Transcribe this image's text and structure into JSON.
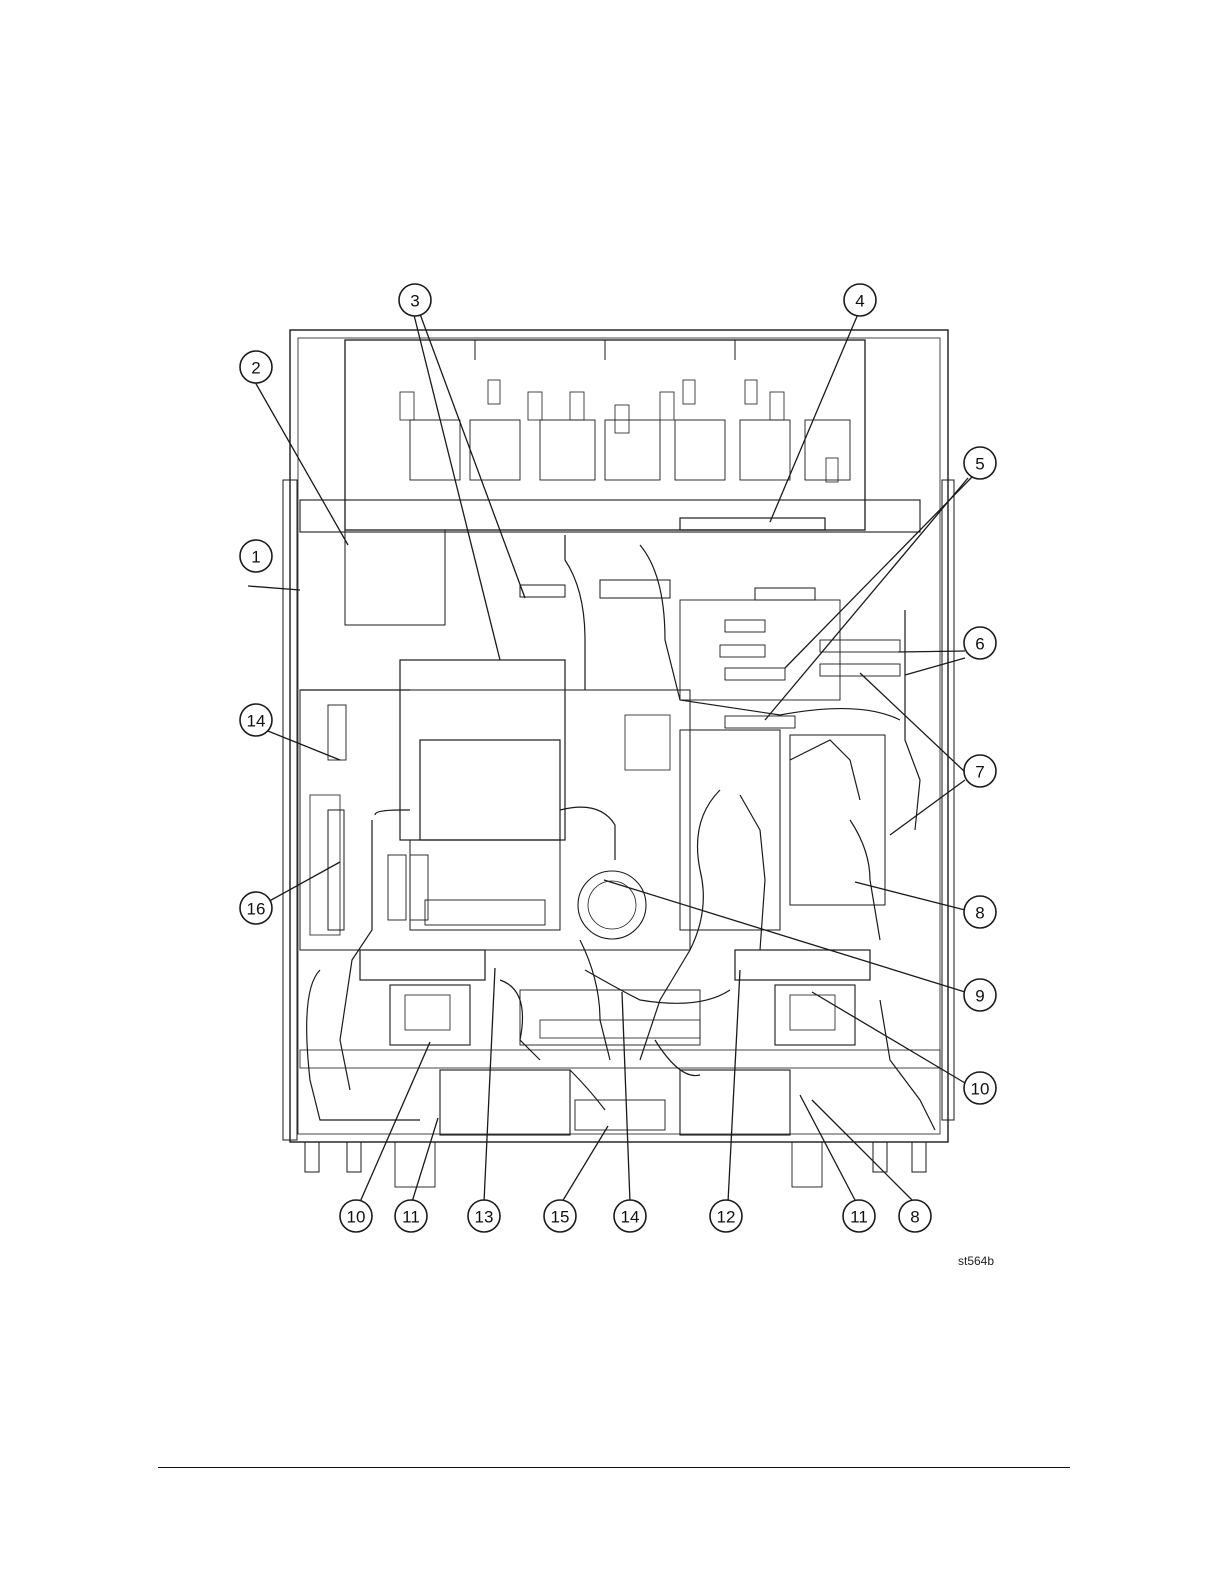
{
  "figure_id": "st564b",
  "callouts": [
    {
      "label": "1"
    },
    {
      "label": "2"
    },
    {
      "label": "3"
    },
    {
      "label": "4"
    },
    {
      "label": "5"
    },
    {
      "label": "6"
    },
    {
      "label": "7"
    },
    {
      "label": "8"
    },
    {
      "label": "9"
    },
    {
      "label": "10"
    },
    {
      "label": "14"
    },
    {
      "label": "16"
    },
    {
      "label": "10"
    },
    {
      "label": "11"
    },
    {
      "label": "13"
    },
    {
      "label": "15"
    },
    {
      "label": "14"
    },
    {
      "label": "12"
    },
    {
      "label": "11"
    },
    {
      "label": "8"
    }
  ]
}
